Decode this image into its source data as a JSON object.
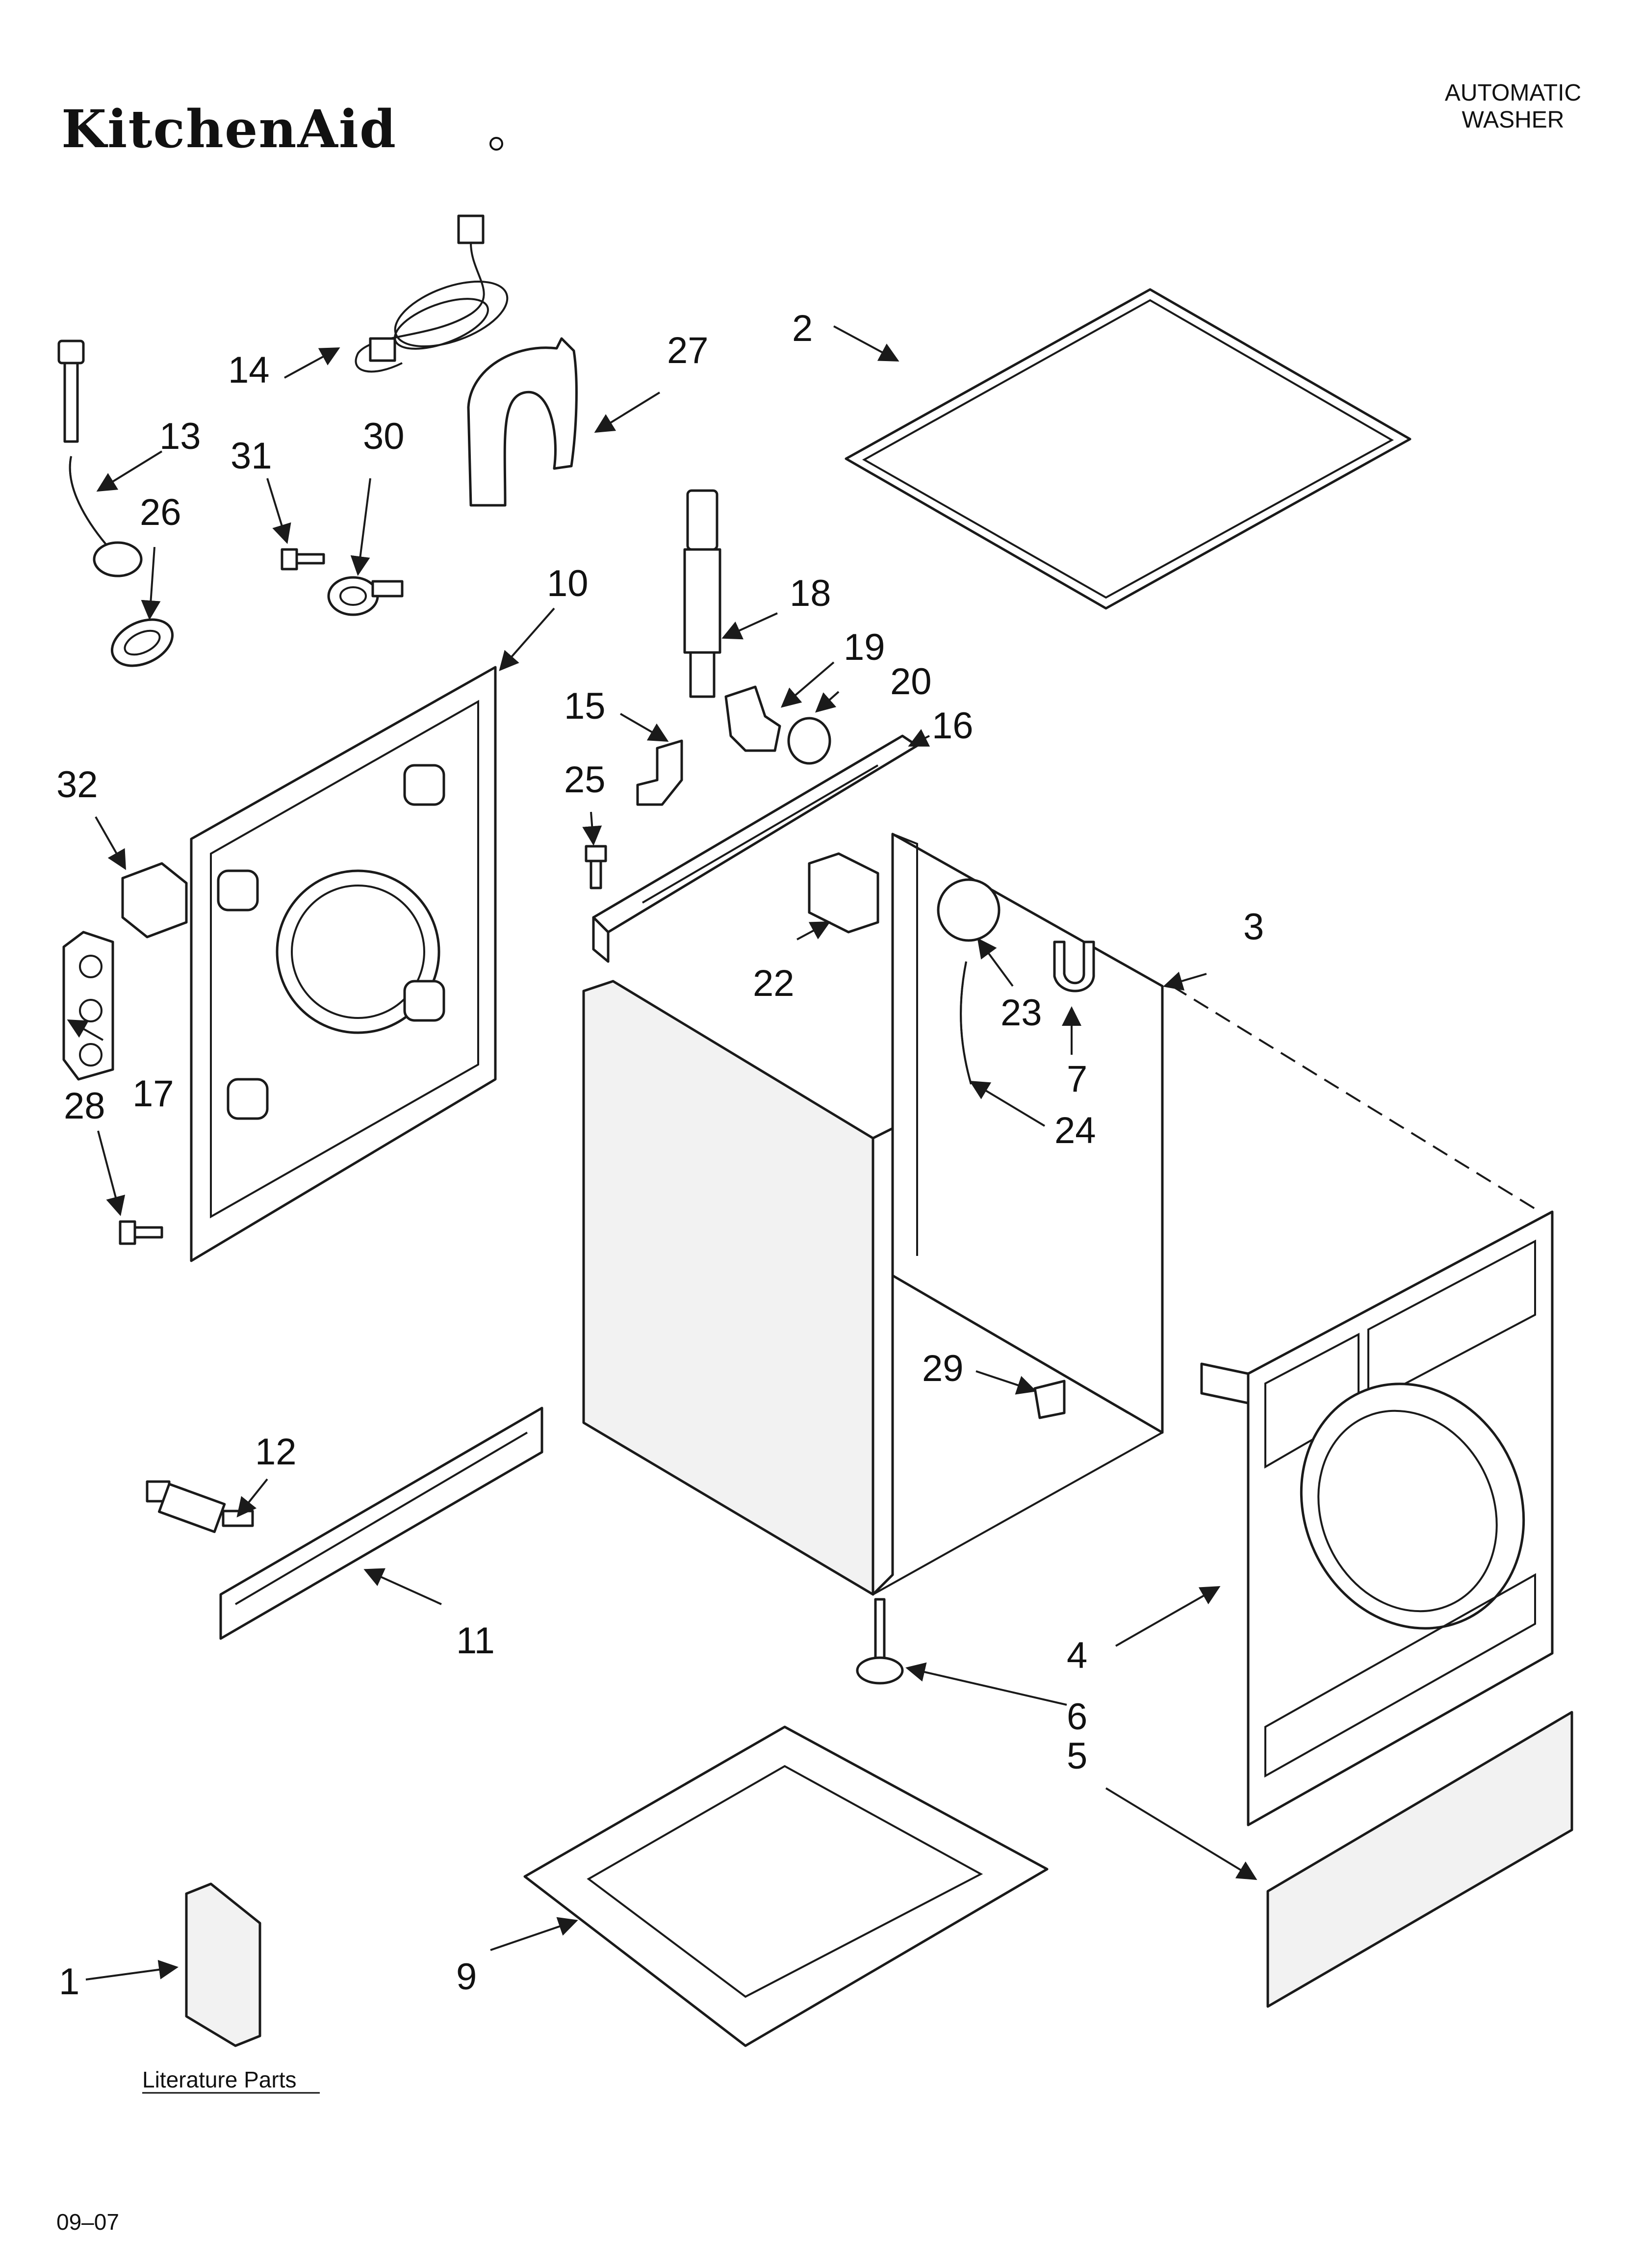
{
  "header": {
    "brand": "KitchenAid",
    "product_line1": "AUTOMATIC",
    "product_line2": "WASHER"
  },
  "literature_caption": "Literature Parts",
  "footer_code": "09–07",
  "callouts": [
    "1",
    "2",
    "3",
    "4",
    "5",
    "6",
    "7",
    "9",
    "10",
    "11",
    "12",
    "13",
    "14",
    "15",
    "16",
    "17",
    "18",
    "19",
    "20",
    "22",
    "23",
    "24",
    "25",
    "26",
    "27",
    "28",
    "29",
    "30",
    "31",
    "32"
  ]
}
